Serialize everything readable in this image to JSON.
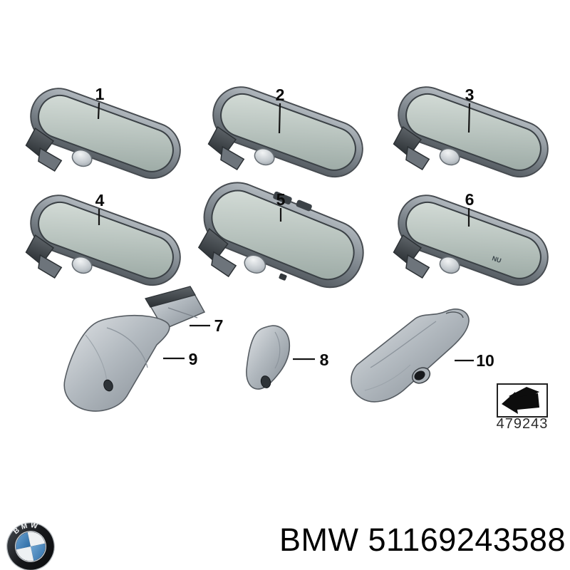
{
  "parts": [
    {
      "label": "1"
    },
    {
      "label": "2"
    },
    {
      "label": "3"
    },
    {
      "label": "4"
    },
    {
      "label": "5"
    },
    {
      "label": "6",
      "glass_label": "NU"
    },
    {
      "label": "7"
    },
    {
      "label": "8"
    },
    {
      "label": "9"
    },
    {
      "label": "10"
    }
  ],
  "reference": {
    "code": "479243",
    "icon": "arrow-3d-left-icon"
  },
  "footer": {
    "logo_text": "BMW",
    "brand": "BMW",
    "part_number": "51169243588"
  },
  "colors": {
    "background": "#ffffff",
    "mirror_glass": "#b9c4bf",
    "mirror_housing": "#7c848b",
    "cover_silver": "#b3bac0",
    "dark_detail": "#33383c",
    "line": "#141414",
    "logo_blue": "#3f85bd"
  }
}
